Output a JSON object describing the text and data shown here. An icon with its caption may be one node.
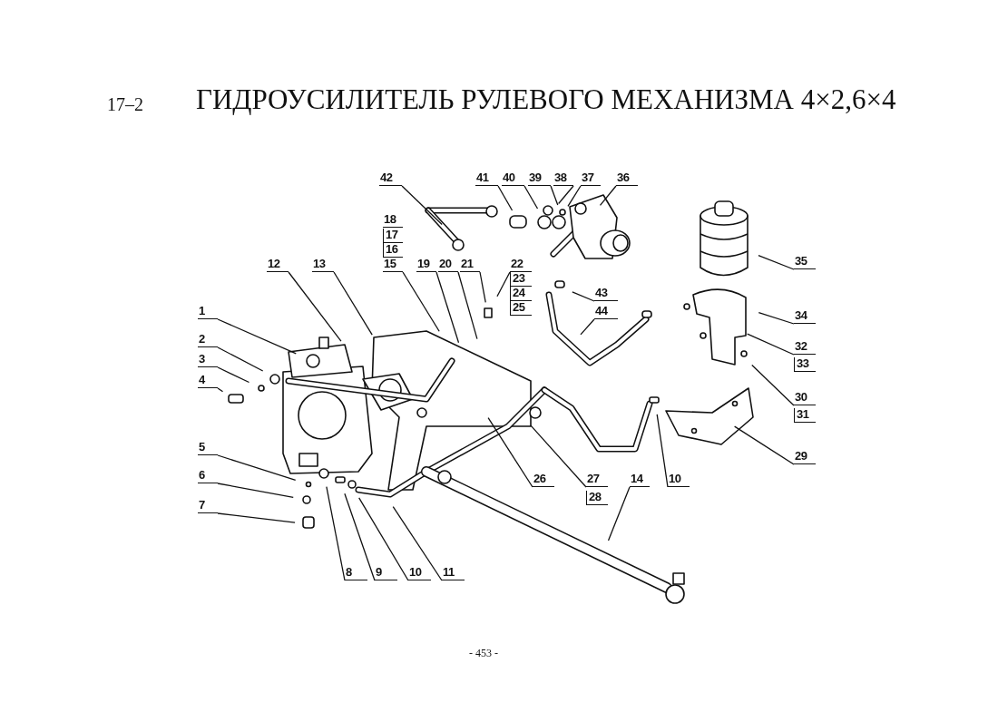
{
  "diagram": {
    "title": "ГИДРОУСИЛИТЕЛЬ РУЛЕВОГО МЕХАНИЗМА 4×2,6×4",
    "nodes": [
      {
        "text": [
          "42"
        ]
      },
      {
        "text": [
          "41"
        ]
      },
      {
        "text": [
          "40"
        ]
      },
      {
        "text": [
          "39"
        ]
      },
      {
        "text": [
          "38"
        ]
      },
      {
        "text": [
          "37"
        ]
      },
      {
        "text": [
          "36"
        ]
      },
      {
        "text": [
          "12"
        ]
      },
      {
        "text": [
          "13"
        ]
      },
      {
        "text": [
          "15"
        ]
      },
      {
        "text": [
          "19"
        ]
      },
      {
        "text": [
          "20"
        ]
      },
      {
        "text": [
          "21"
        ]
      },
      {
        "text": [
          "22"
        ]
      },
      {
        "text": [
          "35"
        ]
      },
      {
        "text": [
          "43"
        ]
      },
      {
        "text": [
          "1"
        ]
      },
      {
        "text": [
          "44"
        ]
      },
      {
        "text": [
          "34"
        ]
      },
      {
        "text": [
          "2"
        ]
      },
      {
        "text": [
          "32"
        ]
      },
      {
        "text": [
          "3"
        ]
      },
      {
        "text": [
          "4"
        ]
      },
      {
        "text": [
          "30"
        ]
      },
      {
        "text": [
          "5"
        ]
      },
      {
        "text": [
          "29"
        ]
      },
      {
        "text": [
          "6"
        ]
      },
      {
        "text": [
          "26"
        ]
      },
      {
        "text": [
          "27"
        ]
      },
      {
        "text": [
          "14"
        ]
      },
      {
        "text": [
          "10"
        ]
      },
      {
        "text": [
          "7"
        ]
      },
      {
        "text": [
          "8"
        ]
      },
      {
        "text": [
          "9"
        ]
      },
      {
        "text": [
          "10"
        ]
      },
      {
        "text": [
          "11"
        ]
      }
    ],
    "edges": [
      {
        "from": 0,
        "to": null,
        "arrow": "none"
      },
      {
        "from": 1,
        "to": null,
        "arrow": "none"
      },
      {
        "from": 2,
        "to": null,
        "arrow": "none"
      },
      {
        "from": 3,
        "to": null,
        "arrow": "none"
      },
      {
        "from": 4,
        "to": null,
        "arrow": "none"
      },
      {
        "from": 5,
        "to": null,
        "arrow": "none"
      },
      {
        "from": 6,
        "to": null,
        "arrow": "none"
      },
      {
        "from": 7,
        "to": null,
        "arrow": "none"
      },
      {
        "from": 8,
        "to": null,
        "arrow": "none"
      },
      {
        "from": 9,
        "to": null,
        "arrow": "none"
      },
      {
        "from": 10,
        "to": null,
        "arrow": "none"
      },
      {
        "from": 11,
        "to": null,
        "arrow": "none"
      },
      {
        "from": 12,
        "to": null,
        "arrow": "none"
      },
      {
        "from": 13,
        "to": null,
        "arrow": "none"
      },
      {
        "from": 14,
        "to": null,
        "arrow": "none"
      },
      {
        "from": 15,
        "to": null,
        "arrow": "none"
      },
      {
        "from": 16,
        "to": null,
        "arrow": "none"
      },
      {
        "from": 17,
        "to": null,
        "arrow": "none"
      },
      {
        "from": 18,
        "to": null,
        "arrow": "none"
      },
      {
        "from": 19,
        "to": null,
        "arrow": "none"
      },
      {
        "from": 20,
        "to": null,
        "arrow": "none"
      },
      {
        "from": 21,
        "to": null,
        "arrow": "none"
      },
      {
        "from": 22,
        "to": null,
        "arrow": "none"
      },
      {
        "from": 23,
        "to": null,
        "arrow": "none"
      },
      {
        "from": 24,
        "to": null,
        "arrow": "none"
      },
      {
        "from": 25,
        "to": null,
        "arrow": "none"
      },
      {
        "from": 26,
        "to": null,
        "arrow": "none"
      },
      {
        "from": 27,
        "to": null,
        "arrow": "none"
      },
      {
        "from": 28,
        "to": null,
        "arrow": "none"
      },
      {
        "from": 29,
        "to": null,
        "arrow": "none"
      },
      {
        "from": 30,
        "to": null,
        "arrow": "none"
      },
      {
        "from": 31,
        "to": null,
        "arrow": "none"
      },
      {
        "from": 32,
        "to": null,
        "arrow": "none"
      },
      {
        "from": 33,
        "to": null,
        "arrow": "none"
      },
      {
        "from": 34,
        "to": null,
        "arrow": "none"
      },
      {
        "from": 35,
        "to": null,
        "arrow": "none"
      }
    ],
    "labels": [
      "17–2",
      "18",
      "17",
      "16",
      "23",
      "24",
      "25",
      "33",
      "31",
      "28",
      "- 453 -"
    ]
  }
}
